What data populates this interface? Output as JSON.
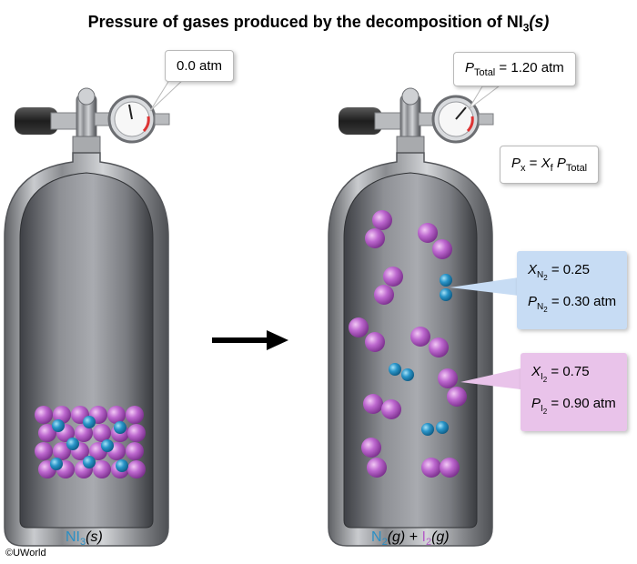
{
  "title": {
    "main": "Pressure of gases produced by the decomposition of NI",
    "sub": "3",
    "phase": "(s)"
  },
  "left_gauge": {
    "reading": "0.0 atm"
  },
  "right_gauge": {
    "p_symbol": "P",
    "p_sub": "Total",
    "reading": " = 1.20 atm"
  },
  "formula": {
    "px": "P",
    "px_sub": "x",
    "eq": " = ",
    "xf": "X",
    "xf_sub": "f",
    "pt": " P",
    "pt_sub": "Total"
  },
  "n2_box": {
    "x_label": "X",
    "x_sub": "N",
    "x_sub2": "2",
    "x_value": " = 0.25",
    "p_label": "P",
    "p_sub": "N",
    "p_sub2": "2",
    "p_value": " = 0.30 atm"
  },
  "i2_box": {
    "x_label": "X",
    "x_sub": "I",
    "x_sub2": "2",
    "x_value": " = 0.75",
    "p_label": "P",
    "p_sub": "I",
    "p_sub2": "2",
    "p_value": " = 0.90 atm"
  },
  "left_caption": {
    "formula": "NI",
    "sub": "3",
    "phase": "(s)"
  },
  "right_caption": {
    "n2": "N",
    "n2_sub": "2",
    "n2_phase": "(g)",
    "plus": " + ",
    "i2": "I",
    "i2_sub": "2",
    "i2_phase": "(g)"
  },
  "copyright": "©UWorld",
  "colors": {
    "iodine": "#b45cc7",
    "nitrogen": "#2b8fc4",
    "n2_box": "#c7dcf4",
    "i2_box": "#e9c3ea"
  }
}
